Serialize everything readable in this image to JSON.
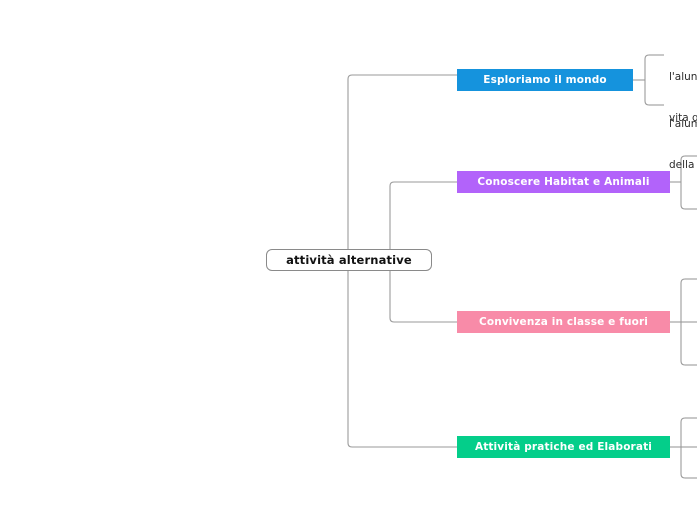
{
  "map": {
    "root": {
      "label": "attività alternative"
    },
    "branches": [
      {
        "id": "esploriamo-il-mondo",
        "label": "Esploriamo il mondo",
        "color": "#1593dd",
        "children": [
          {
            "id": "child-1",
            "line1": "l'alun",
            "line2": "vita q"
          },
          {
            "id": "child-2",
            "line1": "l'alun",
            "line2": "della"
          }
        ]
      },
      {
        "id": "conoscere-habitat-e-animali",
        "label": "Conoscere Habitat e Animali",
        "color": "#b263fa",
        "children": []
      },
      {
        "id": "convivenza-in-classe-e-fuori",
        "label": "Convivenza in classe e fuori",
        "color": "#f88ba8",
        "children": []
      },
      {
        "id": "attivita-pratiche-ed-elaborati",
        "label": "Attività pratiche ed Elaborati",
        "color": "#04ce8a",
        "children": []
      }
    ],
    "connector_color": "#9a9a9a",
    "background": "#ffffff"
  }
}
